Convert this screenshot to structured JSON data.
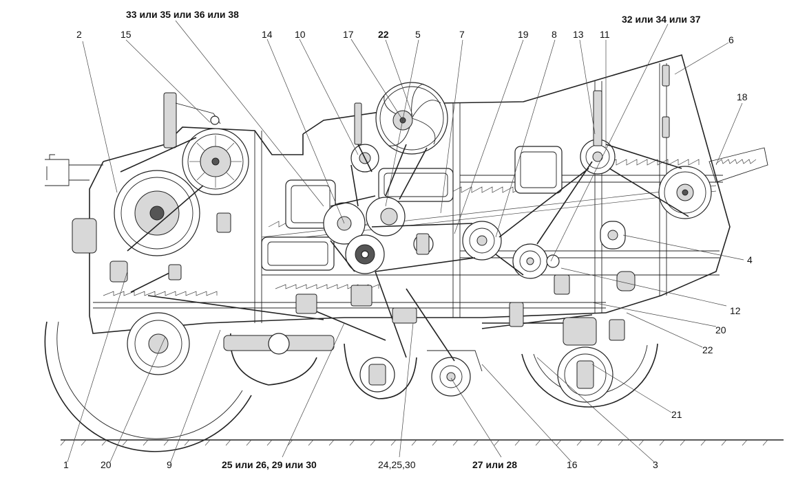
{
  "labels": {
    "l1": "1",
    "l2": "2",
    "l3": "3",
    "l4": "4",
    "l5": "5",
    "l6": "6",
    "l7": "7",
    "l8": "8",
    "l9": "9",
    "l10": "10",
    "l11": "11",
    "l12": "12",
    "l13": "13",
    "l14": "14",
    "l15": "15",
    "l16": "16",
    "l17": "17",
    "l18": "18",
    "l19": "19",
    "l20a": "20",
    "l20b": "20",
    "l21": "21",
    "l22a": "22",
    "l22b": "22",
    "l33": "33 или 35 или 36 или 38",
    "l32": "32 или 34 или 37",
    "l25": "25 или 26, 29 или 30",
    "l24": "24,25,30",
    "l27": "27 или 28"
  }
}
